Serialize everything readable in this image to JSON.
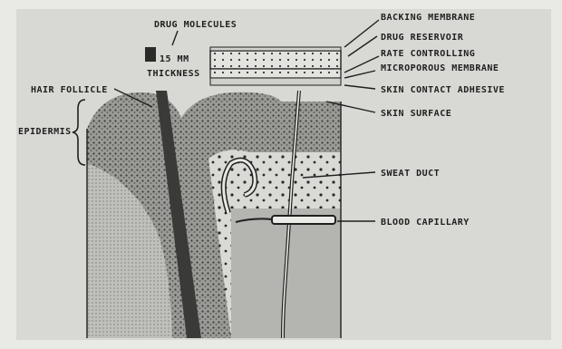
{
  "labels": {
    "backing_membrane": "BACKING MEMBRANE",
    "drug_reservoir": "DRUG RESERVOIR",
    "rate_controlling": "RATE CONTROLLING",
    "microporous_membrane": "MICROPOROUS MEMBRANE",
    "skin_contact_adhesive": "SKIN CONTACT ADHESIVE",
    "skin_surface": "SKIN SURFACE",
    "sweat_duct": "SWEAT DUCT",
    "blood_capillary": "BLOOD CAPILLARY",
    "drug_molecules": "DRUG MOLECULES",
    "thickness_value": "15 MM",
    "thickness_word": "THICKNESS",
    "hair_follicle": "HAIR FOLLICLE",
    "epidermis": "EPIDERMIS"
  },
  "colors": {
    "paper": "#e9e9e6",
    "ink": "#1f1f1f",
    "panel": "#d6d6d2",
    "dermis": "#8e8e8a",
    "hair": "#3a3a38"
  }
}
